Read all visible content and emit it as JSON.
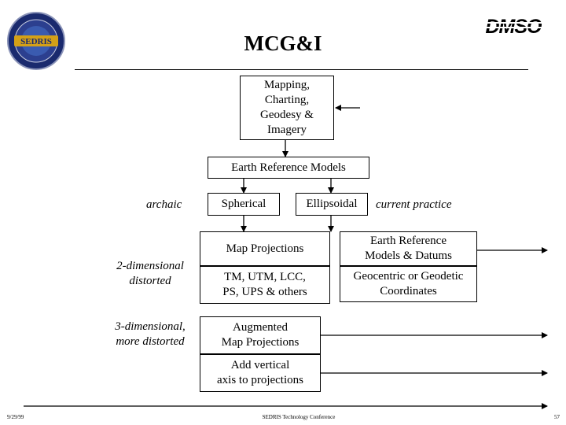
{
  "header": {
    "title": "MCG&I",
    "logo_text": "DMSO",
    "seal_text": "SEDRIS"
  },
  "nodes": {
    "mcgi": "Mapping,\nCharting,\nGeodesy &\nImagery",
    "earth_models": "Earth Reference Models",
    "spherical": "Spherical",
    "ellipsoidal": "Ellipsoidal",
    "map_projections": "Map Projections",
    "projections_list": "TM, UTM, LCC,\nPS, UPS & others",
    "augmented": "Augmented\nMap Projections",
    "vertical_axis": "Add vertical\naxis to projections",
    "erm_datums": "Earth Reference\nModels & Datums",
    "coordinates": "Geocentric or Geodetic\nCoordinates"
  },
  "labels": {
    "archaic": "archaic",
    "current_practice": "current practice",
    "two_dim": "2-dimensional\ndistorted",
    "three_dim": "3-dimensional,\nmore distorted"
  },
  "footer": {
    "date": "9/29/99",
    "conference": "SEDRIS Technology Conference",
    "page": "57"
  },
  "colors": {
    "seal_blue": "#1a2a6e",
    "seal_gold": "#d4a017",
    "ink": "#000000"
  }
}
